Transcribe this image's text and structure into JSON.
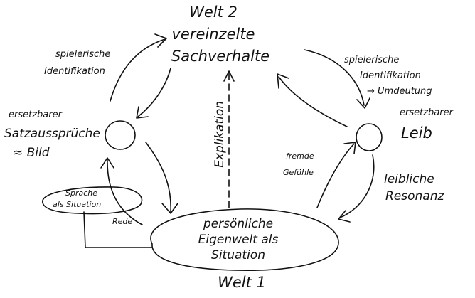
{
  "world2": {
    "title": "Welt 2",
    "line1": "vereinzelte",
    "line2": "Sachverhalte"
  },
  "world1": {
    "title": "Welt 1",
    "line1": "persönliche",
    "line2": "Eigenwelt als",
    "line3": "Situation"
  },
  "left_node": {
    "line1": "ersetzbarer",
    "line2": "Satzaussprüche",
    "line3": "≈ Bild"
  },
  "right_node": {
    "line1": "ersetzbarer",
    "line2": "Leib"
  },
  "edges": {
    "top_left_line1": "spielerische",
    "top_left_line2": "Identifikation",
    "top_right_line1": "spielerische",
    "top_right_line2": "Identifikation",
    "top_right_line3": "→ Umdeutung",
    "explication": "Explikation",
    "bottom_right_line1": "leibliche",
    "bottom_right_line2": "Resonanz",
    "foreign_line1": "fremde",
    "foreign_line2": "Gefühle",
    "speech": "Rede"
  },
  "speech_situation": {
    "line1": "Sprache",
    "line2": "als Situation"
  }
}
